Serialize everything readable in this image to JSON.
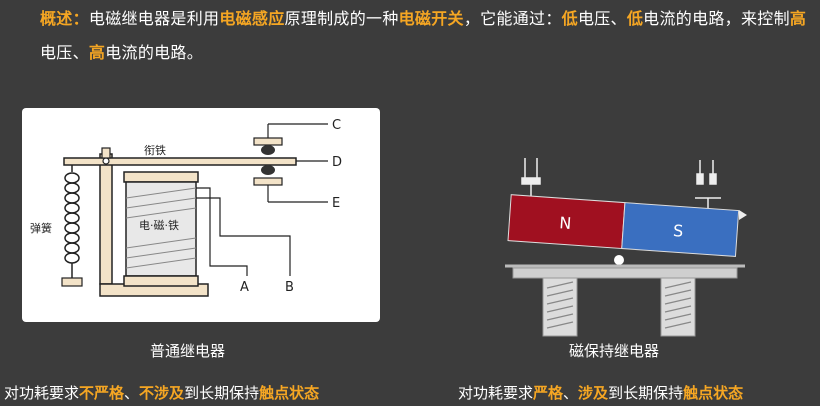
{
  "intro": {
    "label": "概述：",
    "t1": "电磁继电器是利用",
    "h1": "电磁感应",
    "t2": "原理制成的一种",
    "h2": "电磁开关",
    "t3": "，它能通过：",
    "h3": "低",
    "t4": "电压、",
    "h4": "低",
    "t5": "电流的电路，来控制",
    "h5": "高",
    "t6": "电压、",
    "h6": "高",
    "t7": "电流的电路。"
  },
  "relay_diagram": {
    "armature_label": "衔铁",
    "spring_label": "弹簧",
    "core_label": "电·磁·铁",
    "terminal_c": "C",
    "terminal_d": "D",
    "terminal_e": "E",
    "terminal_a": "A",
    "terminal_b": "B"
  },
  "magnet_diagram": {
    "north_label": "N",
    "south_label": "S"
  },
  "captions": {
    "left": "普通继电器",
    "right": "磁保持继电器"
  },
  "bottom_left": {
    "t1": "对功耗要求",
    "h1": "不严格",
    "t2": "、",
    "h2": "不涉及",
    "t3": "到长期保持",
    "h3": "触点状态"
  },
  "bottom_right": {
    "t1": "对功耗要求",
    "h1": "严格",
    "t2": "、",
    "h2": "涉及",
    "t3": "到长期保持",
    "h3": "触点状态"
  },
  "colors": {
    "highlight": "#f5a623",
    "north_pole": "#a01020",
    "south_pole": "#3a6fc0",
    "background": "#3c3c3c"
  }
}
